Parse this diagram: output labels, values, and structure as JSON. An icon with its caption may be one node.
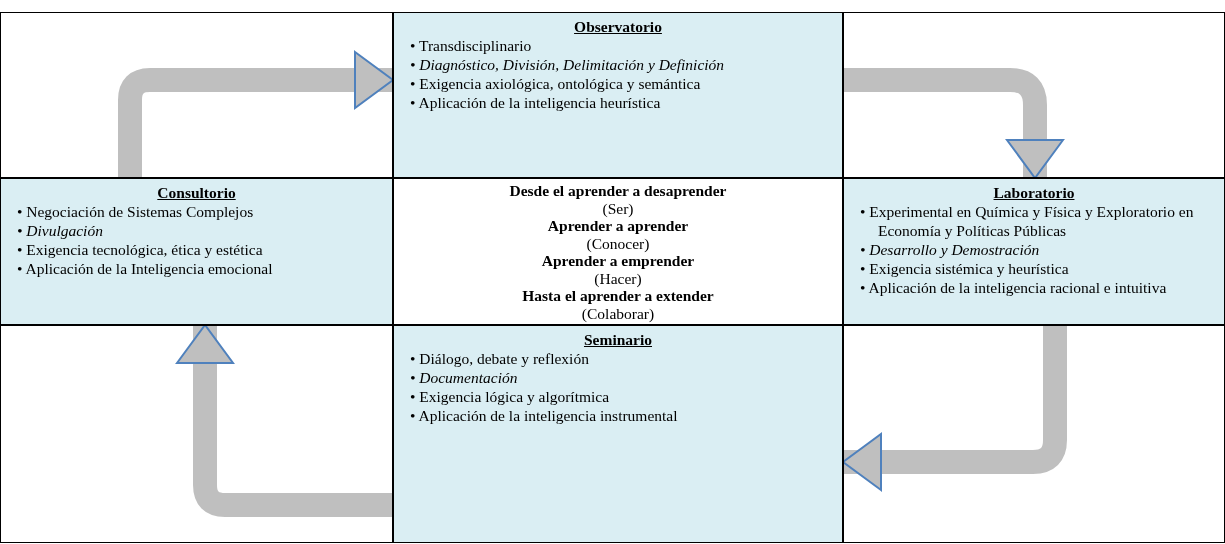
{
  "diagram": {
    "nodes": [
      {
        "text": [
          "Observatorio",
          "• Transdisciplinario",
          "• Diagnóstico, División, Delimitación y Definición",
          "• Exigencia axiológica, ontológica y semántica",
          "• Aplicación de la inteligencia heurística"
        ]
      },
      {
        "text": [
          "Consultorio",
          "• Negociación de Sistemas Complejos",
          "• Divulgación",
          "• Exigencia tecnológica, ética y estética",
          "• Aplicación de la Inteligencia emocional"
        ]
      },
      {
        "text": [
          "Desde el aprender a desaprender",
          "(Ser)",
          "Aprender a aprender",
          "(Conocer)",
          "Aprender a emprender",
          "(Hacer)",
          "Hasta el aprender a extender",
          "(Colaborar)"
        ]
      },
      {
        "text": [
          "Laboratorio",
          "• Experimental en Química y Física y Exploratorio en Economía y Políticas Públicas",
          "• Desarrollo y Demostración",
          "• Exigencia sistémica y heurística",
          "• Aplicación de la inteligencia racional e intuitiva"
        ]
      },
      {
        "text": [
          "Seminario",
          "• Diálogo, debate y reflexión",
          "• Documentación",
          "• Exigencia lógica y algorítmica",
          "• Aplicación de la inteligencia instrumental"
        ]
      }
    ],
    "edges": [
      {
        "from": 1,
        "to": 0,
        "arrow": "to"
      },
      {
        "from": 0,
        "to": 3,
        "arrow": "to"
      },
      {
        "from": 3,
        "to": 4,
        "arrow": "to"
      },
      {
        "from": 4,
        "to": 1,
        "arrow": "to"
      }
    ]
  }
}
